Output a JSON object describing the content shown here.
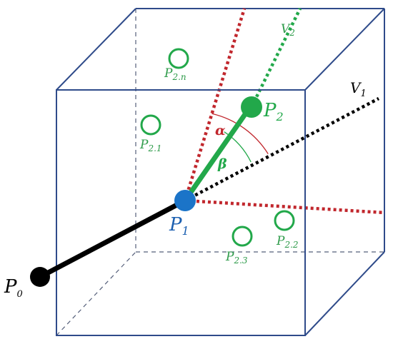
{
  "colors": {
    "cube": "#2f4b8a",
    "hidden_edge": "#555f7a",
    "black": "#000000",
    "green": "#22a84a",
    "red": "#c1272d",
    "blue": "#1b74c8",
    "label_green": "#2e9b4a",
    "label_blue": "#1b5fb0"
  },
  "labels": {
    "p0": {
      "main": "P",
      "sub": "0"
    },
    "p1": {
      "main": "P",
      "sub": "1"
    },
    "p2": {
      "main": "P",
      "sub": "2"
    },
    "p2n": {
      "main": "P",
      "sub": "2.n"
    },
    "p21": {
      "main": "P",
      "sub": "2.1"
    },
    "p22": {
      "main": "P",
      "sub": "2.2"
    },
    "p23": {
      "main": "P",
      "sub": "2.3"
    },
    "v1": {
      "main": "V",
      "sub": "1"
    },
    "v2": {
      "main": "V",
      "sub": "2"
    },
    "alpha": "α",
    "beta": "β"
  }
}
